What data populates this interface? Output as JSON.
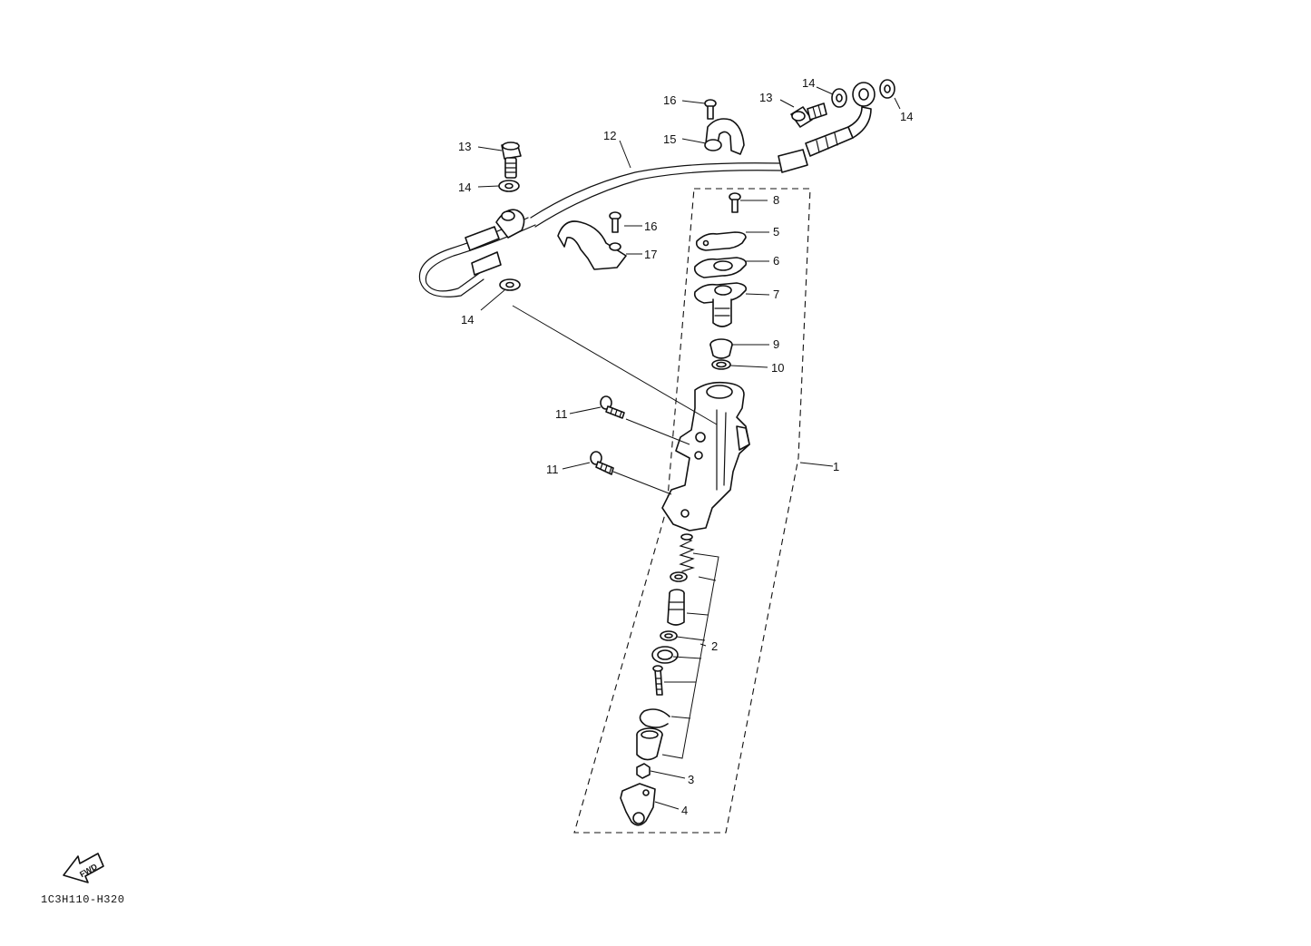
{
  "drawing_code": "1C3H110-H320",
  "fwd_label": "FWD",
  "callouts": {
    "c1": "1",
    "c2": "2",
    "c3": "3",
    "c4": "4",
    "c5": "5",
    "c6": "6",
    "c7": "7",
    "c8": "8",
    "c9": "9",
    "c10": "10",
    "c11a": "11",
    "c11b": "11",
    "c12": "12",
    "c13a": "13",
    "c13b": "13",
    "c14a": "14",
    "c14b": "14",
    "c14c": "14",
    "c14d": "14",
    "c15": "15",
    "c16a": "16",
    "c16b": "16",
    "c17": "17"
  }
}
